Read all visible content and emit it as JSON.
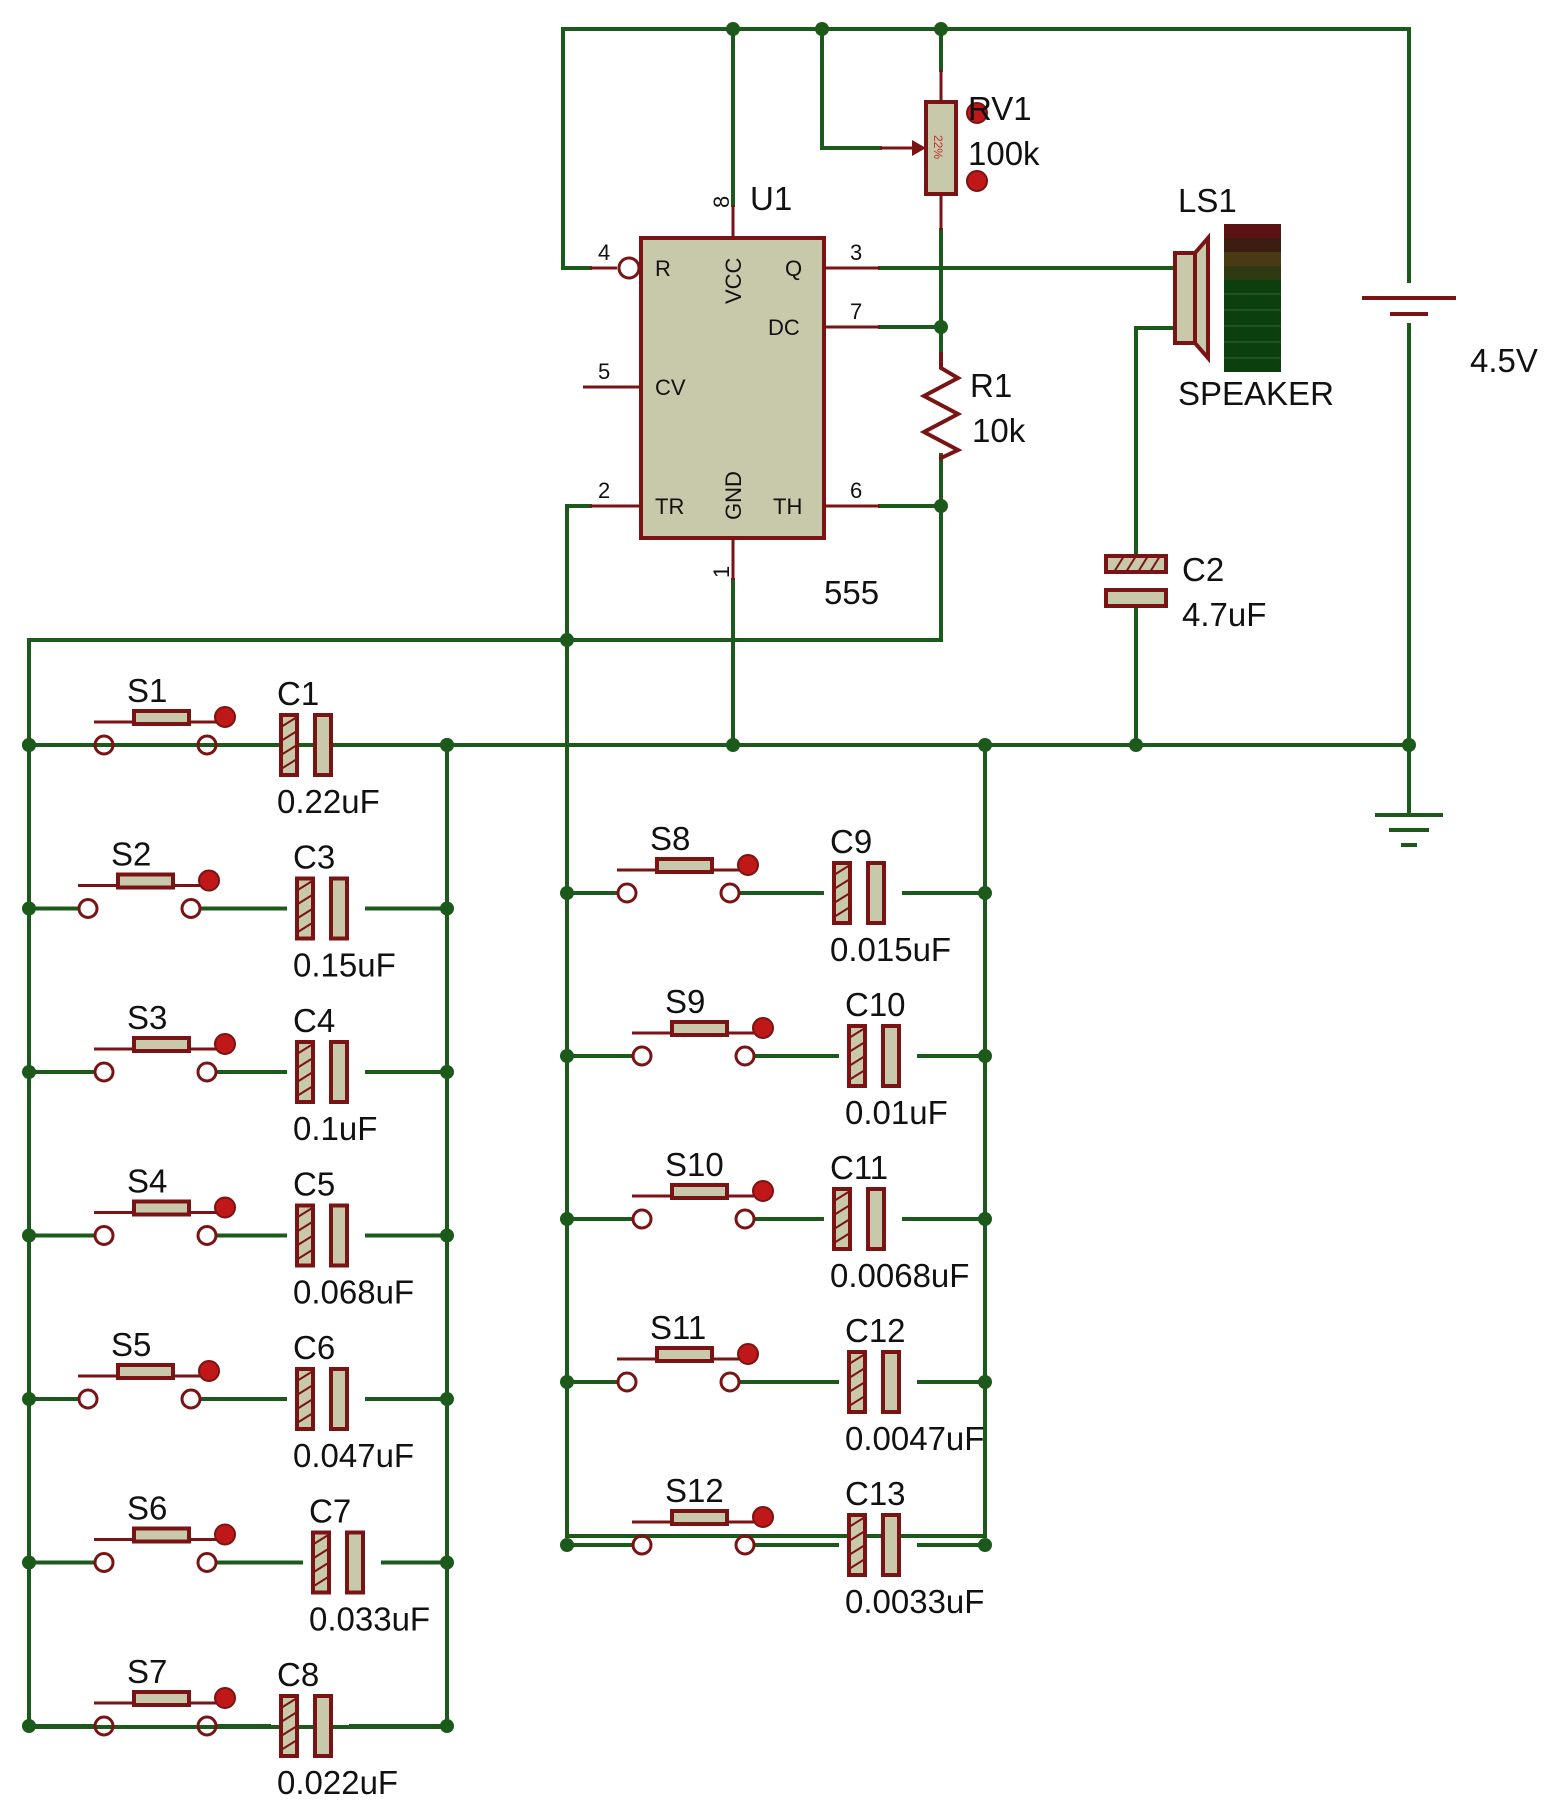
{
  "u1": {
    "ref": "U1",
    "value": "555",
    "pins": {
      "r": {
        "num": "4",
        "name": "R"
      },
      "vcc": {
        "num": "8",
        "name": "VCC"
      },
      "q": {
        "num": "3",
        "name": "Q"
      },
      "dc": {
        "num": "7",
        "name": "DC"
      },
      "cv": {
        "num": "5",
        "name": "CV"
      },
      "tr": {
        "num": "2",
        "name": "TR"
      },
      "gnd": {
        "num": "1",
        "name": "GND"
      },
      "th": {
        "num": "6",
        "name": "TH"
      }
    }
  },
  "rv1": {
    "ref": "RV1",
    "value": "100k",
    "wiper": "22%"
  },
  "r1": {
    "ref": "R1",
    "value": "10k"
  },
  "ls1": {
    "ref": "LS1",
    "value": "SPEAKER"
  },
  "c2": {
    "ref": "C2",
    "value": "4.7uF"
  },
  "battery": {
    "value": "4.5V"
  },
  "left_column": [
    {
      "switch": "S1",
      "cap": "C1",
      "value": "0.22uF"
    },
    {
      "switch": "S2",
      "cap": "C3",
      "value": "0.15uF"
    },
    {
      "switch": "S3",
      "cap": "C4",
      "value": "0.1uF"
    },
    {
      "switch": "S4",
      "cap": "C5",
      "value": "0.068uF"
    },
    {
      "switch": "S5",
      "cap": "C6",
      "value": "0.047uF"
    },
    {
      "switch": "S6",
      "cap": "C7",
      "value": "0.033uF"
    },
    {
      "switch": "S7",
      "cap": "C8",
      "value": "0.022uF"
    }
  ],
  "right_column": [
    {
      "switch": "S8",
      "cap": "C9",
      "value": "0.015uF"
    },
    {
      "switch": "S9",
      "cap": "C10",
      "value": "0.01uF"
    },
    {
      "switch": "S10",
      "cap": "C11",
      "value": "0.0068uF"
    },
    {
      "switch": "S11",
      "cap": "C12",
      "value": "0.0047uF"
    },
    {
      "switch": "S12",
      "cap": "C13",
      "value": "0.0033uF"
    }
  ],
  "colors": {
    "wire": "#1c5a1c",
    "component": "#7a1414",
    "body": "#c8c8aa",
    "probe": "#c01818"
  }
}
